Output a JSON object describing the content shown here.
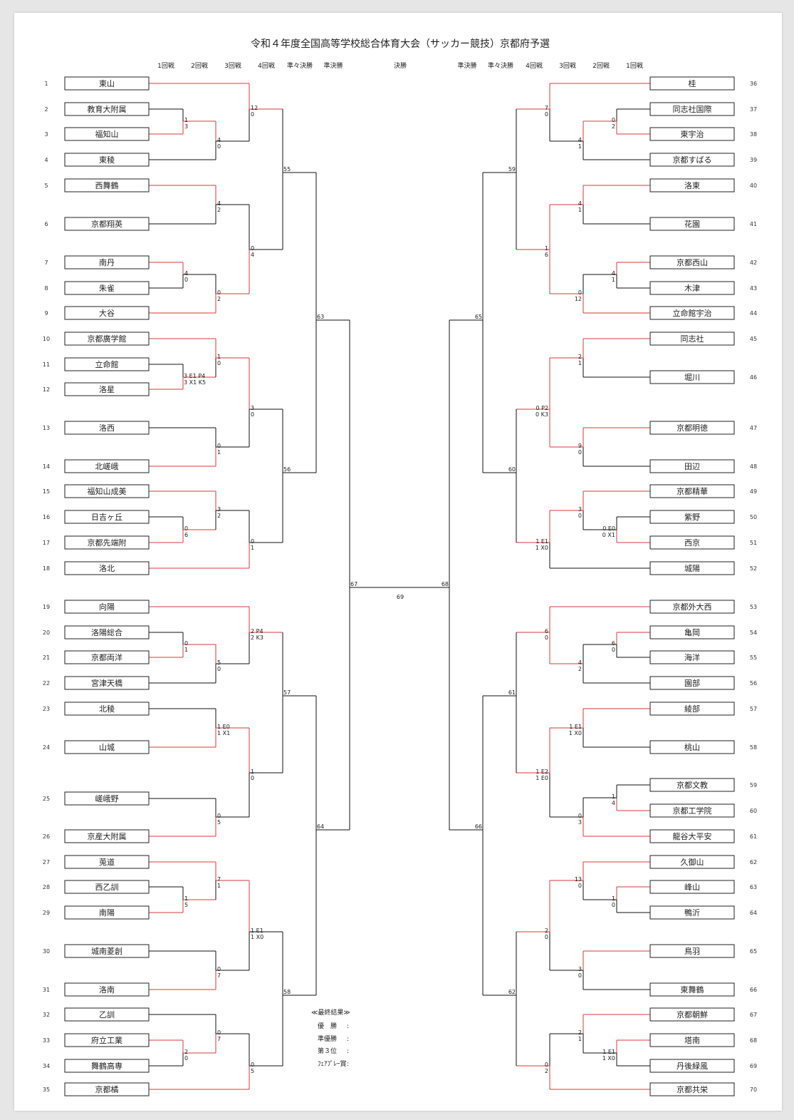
{
  "title": "令和４年度全国高等学校総合体育大会（サッカー競技）京都府予選",
  "round_headers": {
    "left": [
      "1回戦",
      "2回戦",
      "3回戦",
      "4回戦",
      "準々決勝",
      "準決勝"
    ],
    "center": "決勝",
    "right": [
      "準決勝",
      "準々決勝",
      "4回戦",
      "3回戦",
      "2回戦",
      "1回戦"
    ]
  },
  "teams": [
    {
      "seed": "1",
      "name": "東山"
    },
    {
      "seed": "2",
      "name": "教育大附属"
    },
    {
      "seed": "3",
      "name": "福知山"
    },
    {
      "seed": "4",
      "name": "東稜"
    },
    {
      "seed": "5",
      "name": "西舞鶴"
    },
    {
      "seed": "6",
      "name": "京都翔英"
    },
    {
      "seed": "7",
      "name": "南丹"
    },
    {
      "seed": "8",
      "name": "朱雀"
    },
    {
      "seed": "9",
      "name": "大谷"
    },
    {
      "seed": "10",
      "name": "京都廣学館"
    },
    {
      "seed": "11",
      "name": "立命館"
    },
    {
      "seed": "12",
      "name": "洛星"
    },
    {
      "seed": "13",
      "name": "洛西"
    },
    {
      "seed": "14",
      "name": "北嵯峨"
    },
    {
      "seed": "15",
      "name": "福知山成美"
    },
    {
      "seed": "16",
      "name": "日吉ヶ丘"
    },
    {
      "seed": "17",
      "name": "京都先端附"
    },
    {
      "seed": "18",
      "name": "洛北"
    },
    {
      "seed": "19",
      "name": "向陽"
    },
    {
      "seed": "20",
      "name": "洛陽総合"
    },
    {
      "seed": "21",
      "name": "京都両洋"
    },
    {
      "seed": "22",
      "name": "宮津天橋"
    },
    {
      "seed": "23",
      "name": "北稜"
    },
    {
      "seed": "24",
      "name": "山城"
    },
    {
      "seed": "25",
      "name": "嵯峨野"
    },
    {
      "seed": "26",
      "name": "京産大附属"
    },
    {
      "seed": "27",
      "name": "莵道"
    },
    {
      "seed": "28",
      "name": "西乙訓"
    },
    {
      "seed": "29",
      "name": "南陽"
    },
    {
      "seed": "30",
      "name": "城南菱創"
    },
    {
      "seed": "31",
      "name": "洛南"
    },
    {
      "seed": "32",
      "name": "乙訓"
    },
    {
      "seed": "33",
      "name": "府立工業"
    },
    {
      "seed": "34",
      "name": "舞鶴高専"
    },
    {
      "seed": "35",
      "name": "京都橘"
    },
    {
      "seed": "36",
      "name": "桂"
    },
    {
      "seed": "37",
      "name": "同志社国際"
    },
    {
      "seed": "38",
      "name": "東宇治"
    },
    {
      "seed": "39",
      "name": "京都すばる"
    },
    {
      "seed": "40",
      "name": "洛東"
    },
    {
      "seed": "41",
      "name": "花園"
    },
    {
      "seed": "42",
      "name": "京都西山"
    },
    {
      "seed": "43",
      "name": "木津"
    },
    {
      "seed": "44",
      "name": "立命館宇治"
    },
    {
      "seed": "45",
      "name": "同志社"
    },
    {
      "seed": "46",
      "name": "堀川"
    },
    {
      "seed": "47",
      "name": "京都明徳"
    },
    {
      "seed": "48",
      "name": "田辺"
    },
    {
      "seed": "49",
      "name": "京都精華"
    },
    {
      "seed": "50",
      "name": "紫野"
    },
    {
      "seed": "51",
      "name": "西京"
    },
    {
      "seed": "52",
      "name": "城陽"
    },
    {
      "seed": "53",
      "name": "京都外大西"
    },
    {
      "seed": "54",
      "name": "亀岡"
    },
    {
      "seed": "55",
      "name": "海洋"
    },
    {
      "seed": "56",
      "name": "園部"
    },
    {
      "seed": "57",
      "name": "綾部"
    },
    {
      "seed": "58",
      "name": "桃山"
    },
    {
      "seed": "59",
      "name": "京都文教"
    },
    {
      "seed": "60",
      "name": "京都工学院"
    },
    {
      "seed": "61",
      "name": "龍谷大平安"
    },
    {
      "seed": "62",
      "name": "久御山"
    },
    {
      "seed": "63",
      "name": "峰山"
    },
    {
      "seed": "64",
      "name": "鴨沂"
    },
    {
      "seed": "65",
      "name": "鳥羽"
    },
    {
      "seed": "66",
      "name": "東舞鶴"
    },
    {
      "seed": "67",
      "name": "京都朝鮮"
    },
    {
      "seed": "68",
      "name": "塔南"
    },
    {
      "seed": "69",
      "name": "丹後緑風"
    },
    {
      "seed": "70",
      "name": "京都共栄"
    }
  ],
  "match_numbers": [
    "55",
    "56",
    "57",
    "58",
    "59",
    "60",
    "61",
    "62",
    "63",
    "64",
    "65",
    "66",
    "67",
    "68",
    "69"
  ],
  "scores": [
    "12",
    "0",
    "1",
    "3",
    "4",
    "0",
    "4",
    "2",
    "0",
    "4",
    "4",
    "0",
    "0",
    "2",
    "1",
    "0",
    "3 E1 P4",
    "3 X1 K5",
    "3",
    "0",
    "0",
    "1",
    "3",
    "2",
    "0",
    "6",
    "0",
    "1",
    "2 P4",
    "2 K3",
    "0",
    "1",
    "5",
    "0",
    "1 E0",
    "1 X1",
    "1",
    "0",
    "0",
    "5",
    "7",
    "1",
    "1",
    "5",
    "1 E1",
    "1 X0",
    "0",
    "7",
    "0",
    "7",
    "2",
    "0",
    "0",
    "5",
    "7",
    "0",
    "0",
    "2",
    "4",
    "1",
    "4",
    "1",
    "1",
    "6",
    "4",
    "1",
    "0",
    "12",
    "2",
    "1",
    "0 P2",
    "0 K3",
    "9",
    "0",
    "3",
    "0",
    "0 E0",
    "0 X1",
    "1 E1",
    "1 X0",
    "6",
    "0",
    "6",
    "0",
    "4",
    "2",
    "1 E1",
    "1 X0",
    "1 E2",
    "1 E0",
    "1",
    "4",
    "0",
    "3",
    "13",
    "0",
    "1",
    "0",
    "2",
    "0",
    "3",
    "0",
    "2",
    "1",
    "1 E1",
    "1 X0",
    "0",
    "2"
  ],
  "results": {
    "heading": "≪最終結果≫",
    "rows": [
      {
        "label": "優　勝",
        "value": ":"
      },
      {
        "label": "準優勝",
        "value": ":"
      },
      {
        "label": "第３位",
        "value": ":"
      },
      {
        "label": "ﾌｪｱﾌﾟﾚｰ賞",
        "value": ":"
      }
    ]
  },
  "colors": {
    "winner_line": "#d93a3a",
    "line": "#111111"
  }
}
